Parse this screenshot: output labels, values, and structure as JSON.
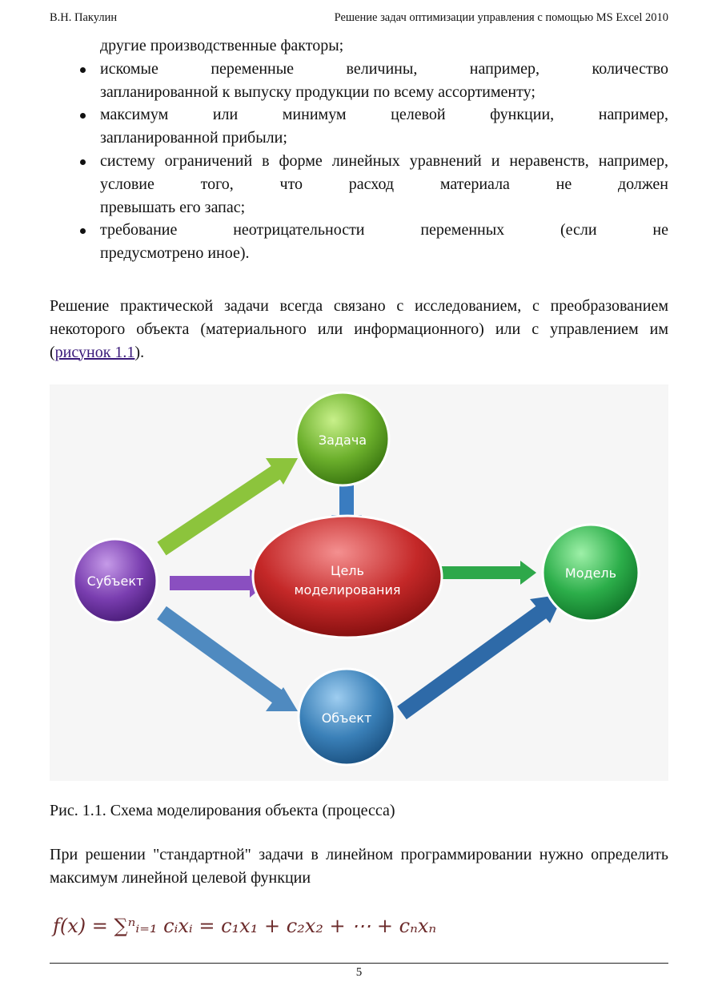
{
  "header": {
    "author": "В.Н. Пакулин",
    "title": "Решение задач оптимизации управления с помощью MS Excel 2010"
  },
  "list_continuation": "другие производственные факторы;",
  "list_items": [
    {
      "first": "искомые переменные величины, например, количество",
      "rest": "запланированной к выпуску продукции по всему ассортименту;"
    },
    {
      "first": "максимум или минимум целевой функции, например,",
      "rest": "запланированной прибыли;"
    },
    {
      "first": "систему ограничений в форме линейных уравнений и неравенств, например, условие того, что расход материала не должен",
      "rest": "превышать его запас;"
    },
    {
      "first": "требование неотрицательности переменных (если не",
      "rest": "предусмотрено иное)."
    }
  ],
  "paragraph1": {
    "text": "Решение практической задачи всегда связано с исследованием, с преобразованием некоторого объекта (материального или информационного) или с управлением им (",
    "link": "рисунок 1.1",
    "end": ")."
  },
  "diagram": {
    "nodes": {
      "task": "Задача",
      "subject": "Субъект",
      "goal_line1": "Цель",
      "goal_line2": "моделирования",
      "model": "Модель",
      "object": "Объект"
    }
  },
  "caption": "Рис. 1.1.  Схема моделирования объекта (процесса)",
  "paragraph2": "При решении \"стандартной\" задачи в линейном программировании нужно определить максимум линейной целевой функции",
  "formula": "f(x) = ∑ⁿᵢ₌₁ cᵢxᵢ = c₁x₁ + c₂x₂ + ⋯ + cₙxₙ",
  "page_number": "5"
}
